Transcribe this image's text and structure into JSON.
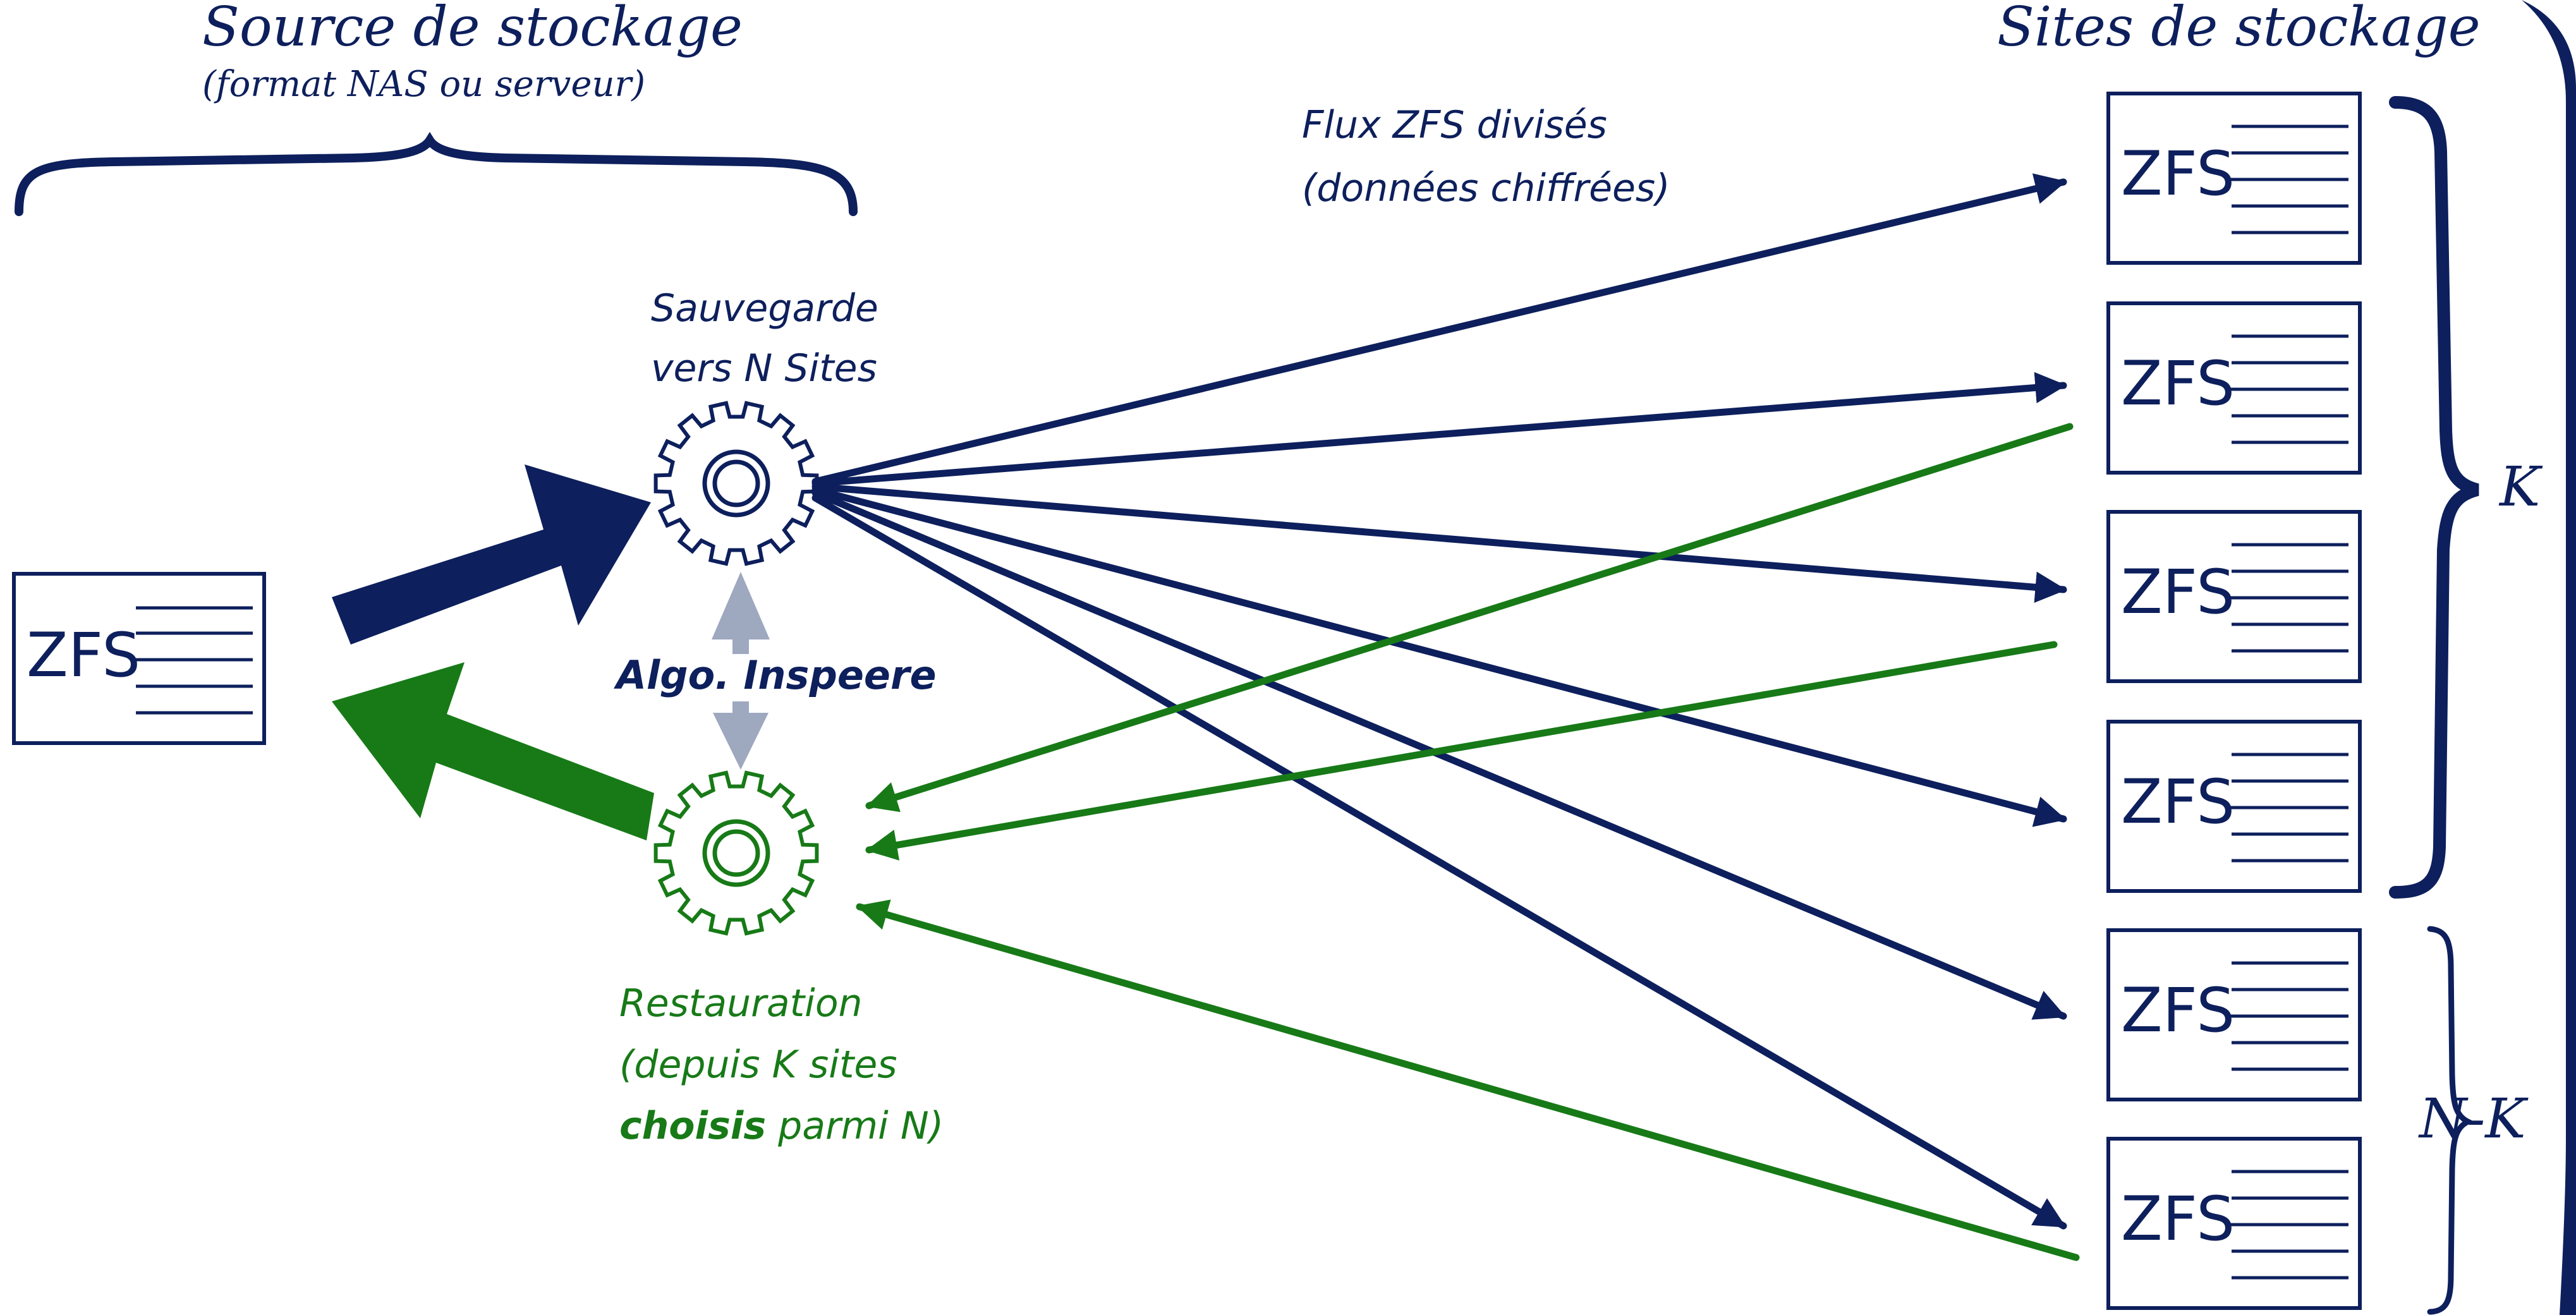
{
  "colors": {
    "navy": "#0d1f5c",
    "green": "#177a17",
    "gray_arrow": "#9ea8bf",
    "white": "#ffffff"
  },
  "source": {
    "title": "Source de stockage",
    "subtitle": "(format NAS ou serveur)",
    "box_label": "ZFS"
  },
  "sites": {
    "title": "Sites de stockage",
    "box_label": "ZFS",
    "group_k_label": "K",
    "group_nk_label": "N-K"
  },
  "flow_label": {
    "line1": "Flux ZFS divisés",
    "line2": "(données chiffrées)"
  },
  "backup": {
    "line1": "Sauvegarde",
    "line2": "vers N Sites"
  },
  "algo_label": "Algo. Inspeere",
  "restore": {
    "line1": "Restauration",
    "line2": "(depuis K sites",
    "line3_bold": "choisis",
    "line3_rest": " parmi N)"
  },
  "icons": {
    "backup_gear": "gear-icon",
    "restore_gear": "gear-icon"
  }
}
